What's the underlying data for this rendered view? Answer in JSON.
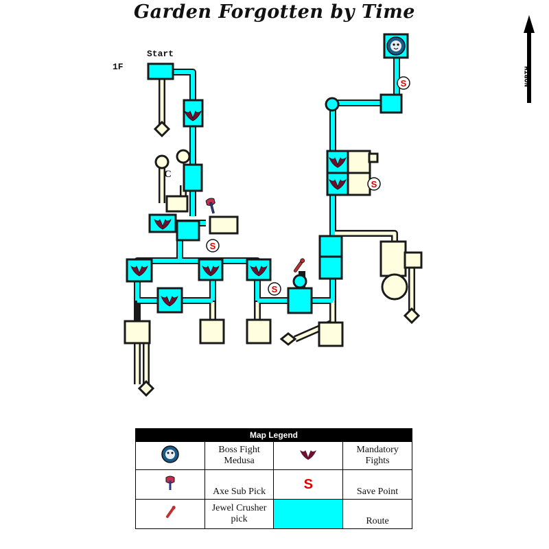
{
  "title": "Garden Forgotten by Time",
  "compass": {
    "label": "NORTH"
  },
  "map": {
    "floor_label": "1F",
    "start_label": "Start",
    "room_marker": "C",
    "save_marker": "S",
    "colors": {
      "route": "#00ffff",
      "wall": "#1a1a1a",
      "corridor_fill": "#ffffe0",
      "room_edge": "#d8d870"
    }
  },
  "legend": {
    "header": "Map Legend",
    "items": [
      {
        "icon": "medusa-boss-icon",
        "label": "Boss Fight Medusa"
      },
      {
        "icon": "bat-icon",
        "label": "Mandatory Fights"
      },
      {
        "icon": "axe-icon",
        "label": "Axe Sub Pick"
      },
      {
        "icon": "save-point-icon",
        "symbol": "S",
        "label": "Save Point"
      },
      {
        "icon": "jewel-crusher-icon",
        "label": "Jewel Crusher pick"
      },
      {
        "icon": "route-swatch",
        "label": "Route"
      }
    ]
  }
}
